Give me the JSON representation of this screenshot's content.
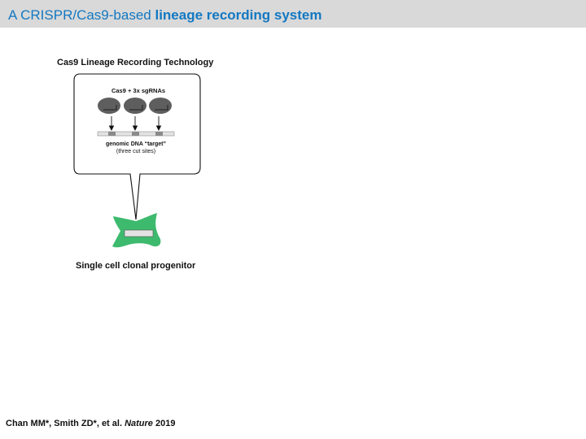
{
  "header": {
    "title_plain": "A CRISPR/Cas9-based ",
    "title_bold": "lineage recording system"
  },
  "figure": {
    "section_label": "Cas9 Lineage Recording Technology",
    "callout_title": "Cas9 + 3x sgRNAs",
    "dna_label": "genomic DNA “target”",
    "dna_sublabel": "(three cut sites)",
    "cell_caption": "Single cell clonal progenitor"
  },
  "citation": {
    "authors": "Chan MM*, Smith ZD*, et al.",
    "journal": "Nature",
    "year": "2019"
  },
  "colors": {
    "title_blue": "#1378c2",
    "header_bg": "#d9d9d9",
    "cell_green": "#3dba6e",
    "cas9_gray": "#5e5e5e",
    "dna_gray": "#d8d8d8"
  }
}
